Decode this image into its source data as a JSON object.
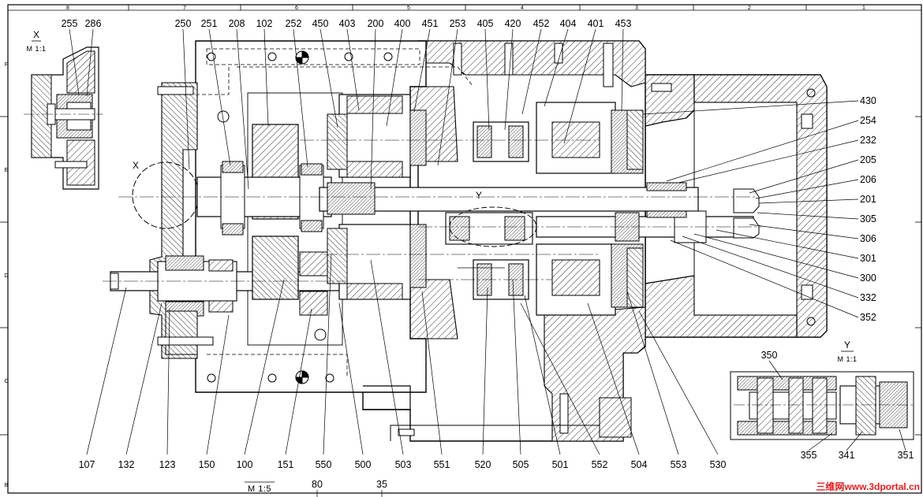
{
  "frame": {
    "column_zones": [
      "8",
      "7",
      "6",
      "5",
      "4",
      "3",
      "2",
      "1"
    ],
    "row_zones": [
      "F",
      "E",
      "D",
      "C",
      "B"
    ]
  },
  "callouts_top": [
    "255",
    "286",
    "250",
    "251",
    "208",
    "102",
    "252",
    "450",
    "403",
    "200",
    "400",
    "451",
    "253",
    "405",
    "420",
    "452",
    "404",
    "401",
    "453"
  ],
  "callouts_right": [
    "430",
    "254",
    "232",
    "205",
    "206",
    "201",
    "305",
    "306",
    "301",
    "300",
    "332",
    "352"
  ],
  "callouts_bottom": [
    "107",
    "132",
    "123",
    "150",
    "100",
    "151",
    "550",
    "500",
    "503",
    "551",
    "520",
    "505",
    "501",
    "552",
    "504",
    "553",
    "530"
  ],
  "detail_y_callouts": [
    "350",
    "355",
    "341",
    "351"
  ],
  "extra_callouts": [
    "80",
    "35"
  ],
  "section_marks": [
    "X",
    "Y"
  ],
  "views": {
    "x_title": "X",
    "x_scale": "M 1:1",
    "y_title": "Y",
    "y_scale": "M 1:1",
    "main_scale": "M 1:5"
  },
  "watermark": "三维网www.3dportal.cn",
  "colors": {
    "ink": "#000000",
    "watermark": "#e02020",
    "paper": "#ffffff"
  }
}
